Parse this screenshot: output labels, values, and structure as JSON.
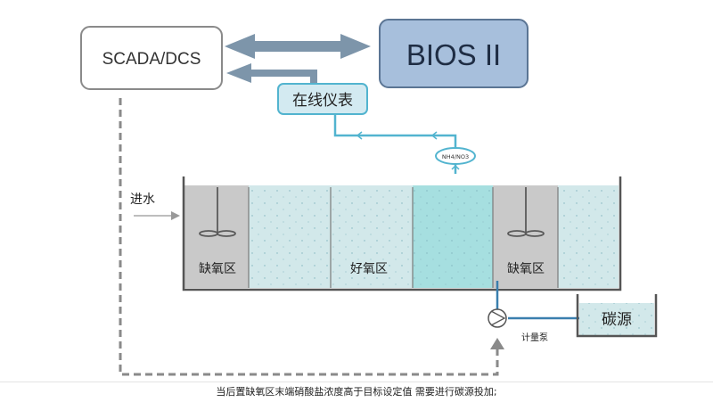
{
  "scada_label": "SCADA/DCS",
  "bios_label": "BIOS II",
  "instrument_label": "在线仪表",
  "sensor_label": "NH4/NO3",
  "inlet_label": "进水",
  "zones": [
    "缺氧区",
    "好氧区",
    "缺氧区"
  ],
  "carbon_label": "碳源",
  "pump_label": "计量泵",
  "caption": "当后置缺氧区末端硝酸盐浓度高于目标设定值  需要进行碳源投加;",
  "colors": {
    "bios_fill": "#a7bfdc",
    "bios_stroke": "#5b7594",
    "arrow": "#7d95aa",
    "signal": "#52b4cf",
    "water": "#d2e8ea",
    "anoxic": "#c9c9c9",
    "highlight": "#a6dfe0",
    "instrument_fill": "#d3eaf1"
  }
}
